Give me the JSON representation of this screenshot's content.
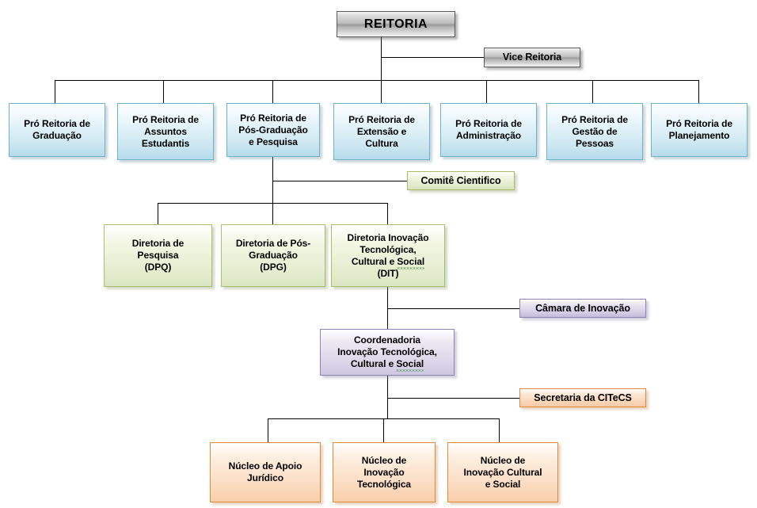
{
  "diagram": {
    "title": "Organograma REITORIA",
    "colors": {
      "root_gray": "#bdbdbd",
      "blue": "#cfe8f2",
      "green": "#e7eed2",
      "purple": "#ddd8ea",
      "orange": "#fbdcc2",
      "line": "#000000"
    },
    "levels": {
      "root": {
        "label": "REITORIA",
        "aside": {
          "label": "Vice Reitoria"
        }
      },
      "pro_reitorias": [
        {
          "lines": [
            "Pró Reitoria de",
            "Graduação"
          ]
        },
        {
          "lines": [
            "Pró Reitoria de",
            "Assuntos",
            "Estudantis"
          ]
        },
        {
          "lines": [
            "Pró Reitoria de",
            "Pós-Graduação",
            "e Pesquisa"
          ]
        },
        {
          "lines": [
            "Pró Reitoria de",
            "Extensão e",
            "Cultura"
          ]
        },
        {
          "lines": [
            "Pró Reitoria de",
            "Administração"
          ]
        },
        {
          "lines": [
            "Pró Reitoria de",
            "Gestão de",
            "Pessoas"
          ]
        },
        {
          "lines": [
            "Pró Reitoria de",
            "Planejamento"
          ]
        }
      ],
      "comite": {
        "label": "Comitê Cientifico"
      },
      "diretorias": [
        {
          "lines": [
            "Diretoria de",
            "Pesquisa",
            "(DPQ)"
          ]
        },
        {
          "lines": [
            "Diretoria de Pós-",
            "Graduação",
            "(DPG)"
          ]
        },
        {
          "lines": [
            "Diretoria Inovação",
            "Tecnológica,",
            "Cultural e Social",
            "(DIT)"
          ],
          "misspelled": "Social"
        }
      ],
      "camara": {
        "label": "Câmara de Inovação"
      },
      "coordenadoria": {
        "lines": [
          "Coordenadoria",
          "Inovação Tecnológica,",
          "Cultural e Social"
        ],
        "misspelled": "Social"
      },
      "secretaria": {
        "label": "Secretaria da CITeCS"
      },
      "nucleos": [
        {
          "lines": [
            "Núcleo de Apoio",
            "Jurídico"
          ]
        },
        {
          "lines": [
            "Núcleo de",
            "Inovação",
            "Tecnológica"
          ]
        },
        {
          "lines": [
            "Núcleo de",
            "Inovação Cultural",
            "e Social"
          ]
        }
      ]
    }
  }
}
